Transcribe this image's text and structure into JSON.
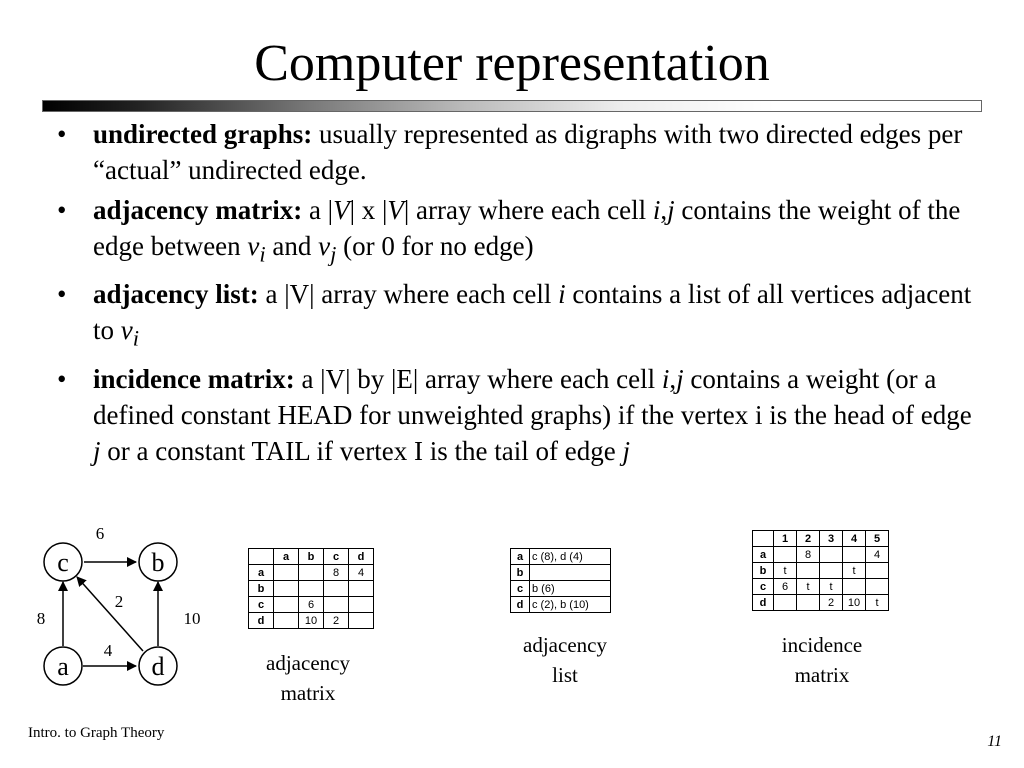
{
  "slide": {
    "title": "Computer representation",
    "footer": "Intro. to Graph Theory",
    "page_number": "11"
  },
  "bullets": [
    {
      "term": "undirected graphs:",
      "p1": " usually represented as digraphs with two directed edges per “actual” undirected edge."
    },
    {
      "term": "adjacency matrix:",
      "p1": " a |",
      "v1": "V",
      "p2": "| x |",
      "v2": "V",
      "p3": "| array where each cell ",
      "ij1": "i",
      "comma": ",",
      "ij2": "j",
      "p4": " contains the weight of the edge between ",
      "vi": "v",
      "isub": "i",
      "p5": " and ",
      "vj": "v",
      "jsub": "j",
      "p6": " (or 0 for no edge)"
    },
    {
      "term": "adjacency list:",
      "p1": " a |V| array where each cell ",
      "i": "i",
      "p2": " contains a list of all vertices adjacent to ",
      "v": "v",
      "sub": "i"
    },
    {
      "term": "incidence matrix:",
      "p1": " a |V| by |E| array where each cell ",
      "ij1": "i",
      "comma": ",",
      "ij2": "j",
      "p2": " contains a weight (or a defined constant HEAD for unweighted graphs) if the vertex i is the head of edge ",
      "j1": "j",
      "p3": " or a constant TAIL if vertex I is the tail of edge ",
      "j2": "j"
    }
  ],
  "graph": {
    "nodes": {
      "c": "c",
      "b": "b",
      "a": "a",
      "d": "d"
    },
    "weights": {
      "cb": "6",
      "dc": "2",
      "ac": "8",
      "db": "10",
      "ad": "4"
    }
  },
  "adjacency_matrix": {
    "caption_line1": "adjacency",
    "caption_line2": "matrix",
    "header": [
      "",
      "a",
      "b",
      "c",
      "d"
    ],
    "rows": [
      [
        "a",
        "",
        "",
        "8",
        "4"
      ],
      [
        "b",
        "",
        "",
        "",
        ""
      ],
      [
        "c",
        "",
        "6",
        "",
        ""
      ],
      [
        "d",
        "",
        "10",
        "2",
        ""
      ]
    ]
  },
  "adjacency_list": {
    "caption_line1": "adjacency",
    "caption_line2": "list",
    "rows": [
      [
        "a",
        "c (8), d (4)"
      ],
      [
        "b",
        ""
      ],
      [
        "c",
        "b (6)"
      ],
      [
        "d",
        "c (2), b (10)"
      ]
    ]
  },
  "incidence_matrix": {
    "caption_line1": "incidence",
    "caption_line2": "matrix",
    "header": [
      "",
      "1",
      "2",
      "3",
      "4",
      "5"
    ],
    "rows": [
      [
        "a",
        "",
        "8",
        "",
        "",
        "4"
      ],
      [
        "b",
        "t",
        "",
        "",
        "t",
        ""
      ],
      [
        "c",
        "6",
        "t",
        "t",
        "",
        ""
      ],
      [
        "d",
        "",
        "",
        "2",
        "10",
        "t"
      ]
    ]
  }
}
